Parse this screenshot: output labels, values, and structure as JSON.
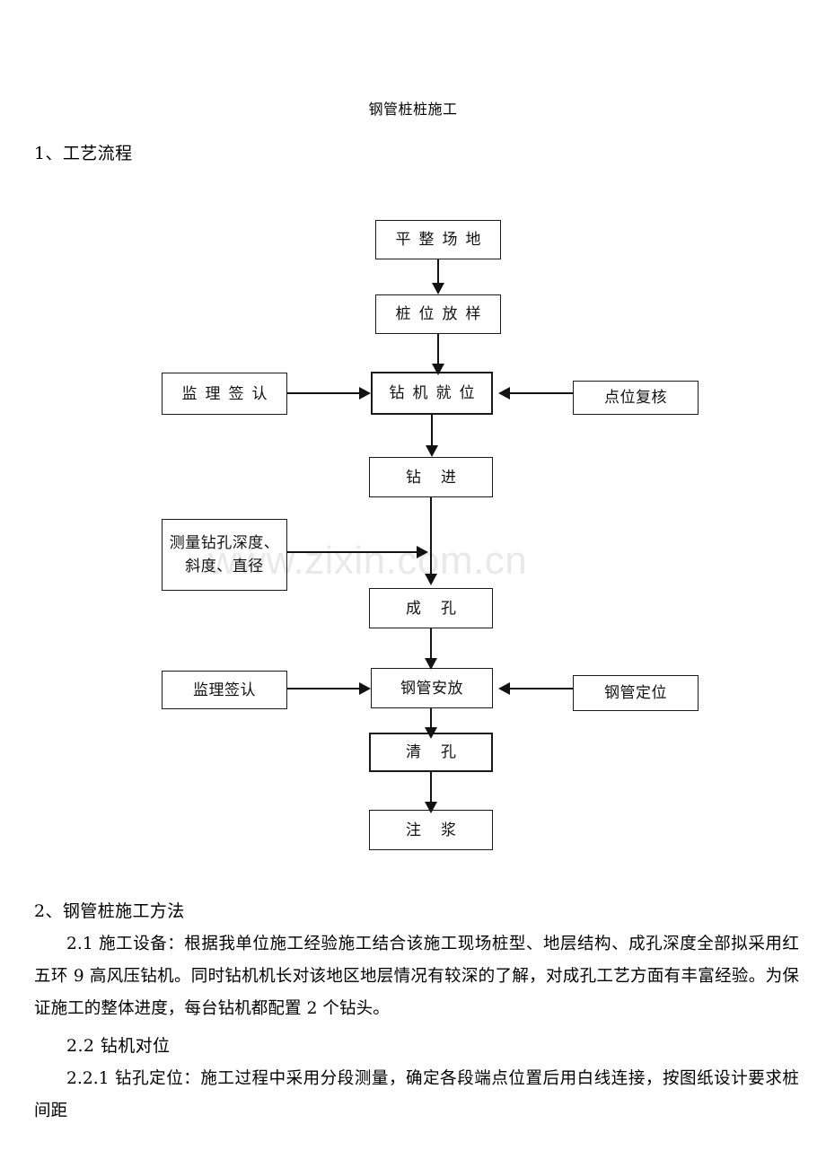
{
  "document": {
    "title": "钢管桩桩施工",
    "watermark": "www.zixin.com.cn"
  },
  "sections": {
    "process_heading": "1、工艺流程",
    "method_heading": "2、钢管桩施工方法",
    "alignment_heading": "2.2 钻机对位",
    "equipment_paragraph": "2.1 施工设备：根据我单位施工经验施工结合该施工现场桩型、地层结构、成孔深度全部拟采用红五环 9 高风压钻机。同时钻机机长对该地区地层情况有较深的了解，对成孔工艺方面有丰富经验。为保证施工的整体进度，每台钻机都配置 2 个钻头。",
    "drill_position_paragraph": "2.2.1 钻孔定位：施工过程中采用分段测量，确定各段端点位置后用白线连接，按图纸设计要求桩间距"
  },
  "flowchart": {
    "nodes": {
      "level_ground": "平整场地",
      "pile_setting_out": "桩位放样",
      "supervisor_sign_1": "监理签认",
      "rig_in_position": "钻机就位",
      "point_recheck": "点位复核",
      "drilling": "钻进",
      "measure_hole": "测量钻孔深度、\n斜度、直径",
      "hole_formed": "成孔",
      "supervisor_sign_2": "监理签认",
      "pipe_placement": "钢管安放",
      "pipe_positioning": "钢管定位",
      "hole_cleaning": "清孔",
      "grouting": "注浆"
    }
  }
}
